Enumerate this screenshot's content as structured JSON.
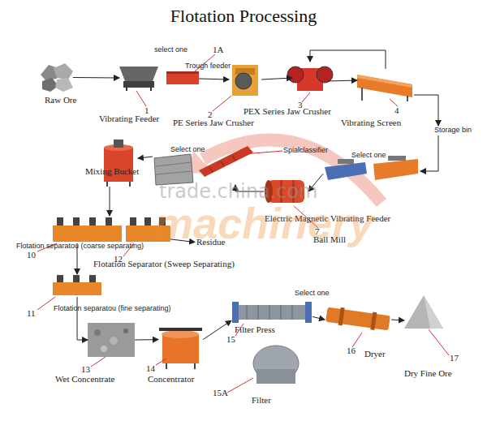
{
  "diagram": {
    "title": "Flotation Processing",
    "nodes": [
      {
        "text": [
          "Raw Ore"
        ]
      },
      {
        "text": [
          "Vibrating Feeder"
        ]
      },
      {
        "text": [
          "Trough feeder"
        ]
      },
      {
        "text": [
          "PE Series Jaw Crusher"
        ]
      },
      {
        "text": [
          "PEX Series Jaw Crusher"
        ]
      },
      {
        "text": [
          "Vibrating Screen"
        ]
      },
      {
        "text": [
          "Storage bin"
        ]
      },
      {
        "text": [
          "Electric Magnetic Vibrating Feeder"
        ]
      },
      {
        "text": [
          "Ball Mill"
        ]
      },
      {
        "text": [
          "Spialclassifier"
        ]
      },
      {
        "text": [
          "Mixing Bucket"
        ]
      },
      {
        "text": [
          "Flotation separatou (coarse separating)"
        ]
      },
      {
        "text": [
          "Residue"
        ]
      },
      {
        "text": [
          "Flotation Separator (Sweep Separating)"
        ]
      },
      {
        "text": [
          "Flotation separatou (fine separating)"
        ]
      },
      {
        "text": [
          "Wet Concentrate"
        ]
      },
      {
        "text": [
          "Concentrator"
        ]
      },
      {
        "text": [
          "Filter Press"
        ]
      },
      {
        "text": [
          "Filter"
        ]
      },
      {
        "text": [
          "Dryer"
        ]
      },
      {
        "text": [
          "Dry Fine Ore"
        ]
      }
    ],
    "edges": [
      {
        "from": 0,
        "to": 1,
        "arrow": "to"
      },
      {
        "from": 2,
        "to": 3,
        "arrow": "to"
      },
      {
        "from": 3,
        "to": 4,
        "arrow": "to"
      },
      {
        "from": 4,
        "to": 5,
        "arrow": "to"
      },
      {
        "from": 5,
        "to": 4,
        "arrow": "to"
      },
      {
        "from": 5,
        "to": 6,
        "arrow": "to"
      },
      {
        "from": 6,
        "to": 7,
        "arrow": "to"
      },
      {
        "from": 7,
        "to": 8,
        "arrow": "to"
      },
      {
        "from": 8,
        "to": 9,
        "arrow": "to"
      },
      {
        "from": 9,
        "to": 10,
        "arrow": "to"
      },
      {
        "from": 10,
        "to": 11,
        "arrow": "to"
      },
      {
        "from": 13,
        "to": 12,
        "arrow": "to"
      },
      {
        "from": 11,
        "to": 14,
        "arrow": "to"
      },
      {
        "from": 14,
        "to": 15,
        "arrow": "to"
      },
      {
        "from": 15,
        "to": 16,
        "arrow": "to"
      },
      {
        "from": 16,
        "to": 17,
        "arrow": "to"
      },
      {
        "from": 17,
        "to": 19,
        "arrow": "to"
      },
      {
        "from": 19,
        "to": 20,
        "arrow": "to"
      }
    ],
    "labels": [
      "select one",
      "1A",
      "1",
      "2",
      "3",
      "4",
      "Select one",
      "Select one",
      "trade.china.com",
      "machinery",
      "7",
      "10",
      "12",
      "11",
      "Select one",
      "15",
      "13",
      "14",
      "16",
      "17",
      "15A"
    ]
  }
}
